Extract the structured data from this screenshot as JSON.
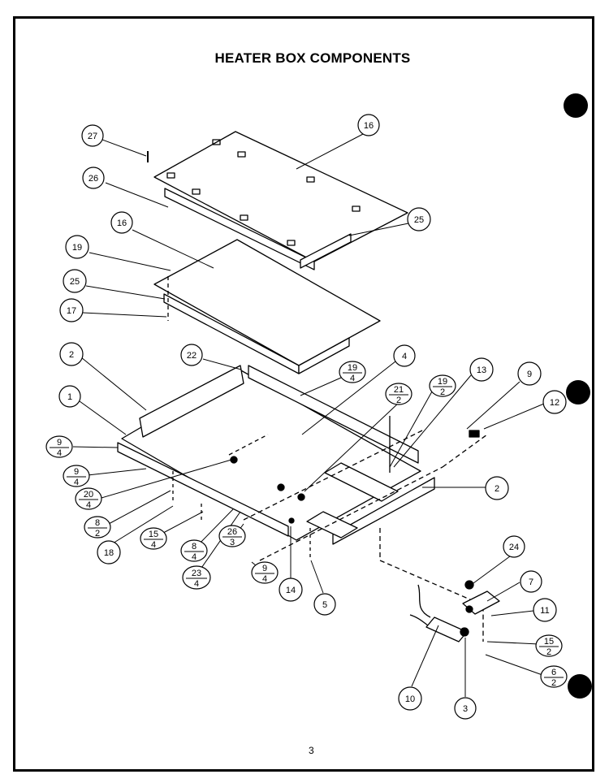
{
  "title": "HEATER BOX COMPONENTS",
  "page_number": "3",
  "callouts": [
    {
      "id": "c27",
      "text": "27"
    },
    {
      "id": "c16a",
      "text": "16"
    },
    {
      "id": "c26",
      "text": "26"
    },
    {
      "id": "c25a",
      "text": "25"
    },
    {
      "id": "c16b",
      "text": "16"
    },
    {
      "id": "c19",
      "text": "19"
    },
    {
      "id": "c25b",
      "text": "25"
    },
    {
      "id": "c17",
      "text": "17"
    },
    {
      "id": "c2a",
      "text": "2"
    },
    {
      "id": "c22",
      "text": "22"
    },
    {
      "id": "c4",
      "text": "4"
    },
    {
      "id": "c13",
      "text": "13"
    },
    {
      "id": "c9",
      "text": "9"
    },
    {
      "id": "c12",
      "text": "12"
    },
    {
      "id": "c1",
      "text": "1"
    },
    {
      "id": "c2b",
      "text": "2"
    },
    {
      "id": "c18",
      "text": "18"
    },
    {
      "id": "c14",
      "text": "14"
    },
    {
      "id": "c5",
      "text": "5"
    },
    {
      "id": "c24",
      "text": "24"
    },
    {
      "id": "c7",
      "text": "7"
    },
    {
      "id": "c11",
      "text": "11"
    },
    {
      "id": "c10",
      "text": "10"
    },
    {
      "id": "c3",
      "text": "3"
    }
  ],
  "fraction_callouts": [
    {
      "id": "f19_4",
      "num": "19",
      "den": "4"
    },
    {
      "id": "f21_2",
      "num": "21",
      "den": "2"
    },
    {
      "id": "f19_2",
      "num": "19",
      "den": "2"
    },
    {
      "id": "f9_4a",
      "num": "9",
      "den": "4"
    },
    {
      "id": "f9_4b",
      "num": "9",
      "den": "4"
    },
    {
      "id": "f20_4",
      "num": "20",
      "den": "4"
    },
    {
      "id": "f8_2",
      "num": "8",
      "den": "2"
    },
    {
      "id": "f15_4",
      "num": "15",
      "den": "4"
    },
    {
      "id": "f8_4",
      "num": "8",
      "den": "4"
    },
    {
      "id": "f26_3",
      "num": "26",
      "den": "3"
    },
    {
      "id": "f9_4c",
      "num": "9",
      "den": "4"
    },
    {
      "id": "f23_4",
      "num": "23",
      "den": "4"
    },
    {
      "id": "f15_2",
      "num": "15",
      "den": "2"
    },
    {
      "id": "f6_2",
      "num": "6",
      "den": "2"
    }
  ]
}
